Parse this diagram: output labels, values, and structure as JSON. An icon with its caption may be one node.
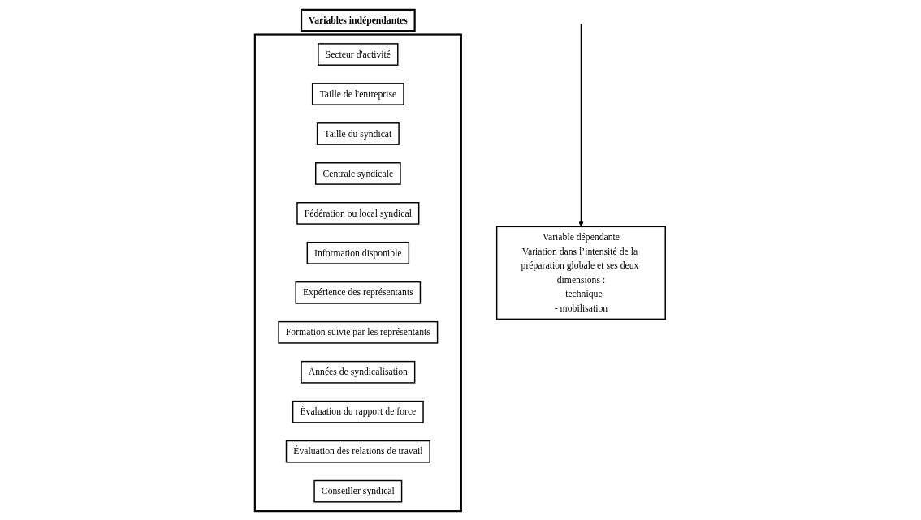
{
  "diagram": {
    "nodes": [
      {
        "text": [
          "Variables indépendantes"
        ]
      },
      {
        "text": [],
        "shape": "box"
      },
      {
        "text": [
          "Secteur d'activité"
        ],
        "in": 1
      },
      {
        "text": [
          "Taille de l'entreprise"
        ],
        "in": 1
      },
      {
        "text": [
          "Taille du syndicat"
        ],
        "in": 1
      },
      {
        "text": [
          "Centrale syndicale"
        ],
        "in": 1
      },
      {
        "text": [
          "Fédération ou local syndical"
        ],
        "in": 1
      },
      {
        "text": [
          "Information disponible"
        ],
        "in": 1
      },
      {
        "text": [
          "Expérience des représentants"
        ],
        "in": 1
      },
      {
        "text": [
          "Formation suivie par les représentants"
        ],
        "in": 1
      },
      {
        "text": [
          "Années de syndicalisation"
        ],
        "in": 1
      },
      {
        "text": [
          "Évaluation du rapport de force"
        ],
        "in": 1
      },
      {
        "text": [
          "Évaluation des relations de travail"
        ],
        "in": 1
      },
      {
        "text": [
          "Conseiller syndical"
        ],
        "in": 1
      },
      {
        "text": [
          "Variable dépendante",
          "Variation dans l’intensité de la préparation globale et ses deux dimensions :",
          "- technique",
          "- mobilisation"
        ]
      }
    ],
    "edges": [
      {
        "from": null,
        "to": 14,
        "arrow": "to"
      }
    ]
  }
}
